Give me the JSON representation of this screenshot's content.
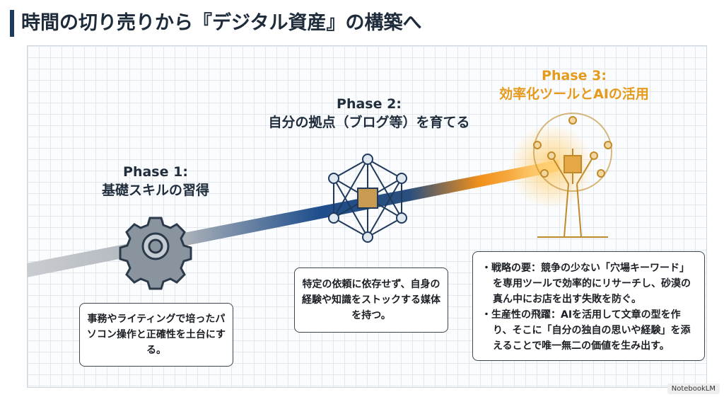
{
  "title": "時間の切り売りから『デジタル資産』の構築へ",
  "phases": [
    {
      "label": "Phase 1:",
      "subtitle": "基礎スキルの習得",
      "icon": "gear-icon",
      "description": "事務やライティングで培ったパソコン操作と正確性を土台にする。"
    },
    {
      "label": "Phase 2:",
      "subtitle": "自分の拠点（ブログ等）を育てる",
      "icon": "network-cube-icon",
      "description": "特定の依頼に依存せず、自身の経験や知識をストックする媒体を持つ。"
    },
    {
      "label": "Phase 3:",
      "subtitle": "効率化ツールとAIの活用",
      "icon": "digital-tree-icon",
      "bullets": [
        "・戦略の要：競争の少ない「穴場キーワード」を専用ツールで効率的にリサーチし、砂漠の真ん中にお店を出す失敗を防ぐ。",
        "・生産性の飛躍：AIを活用して文章の型を作り、そこに「自分の独自の思いや経験」を添えることで唯一無二の価値を生み出す。"
      ]
    }
  ],
  "colors": {
    "accent_dark": "#1d3b5e",
    "phase3": "#e59a1c",
    "path_gray": "#b8bcc2",
    "path_blue": "#1f4e8c",
    "path_orange": "#f0901a"
  },
  "watermark": "NotebookLM"
}
